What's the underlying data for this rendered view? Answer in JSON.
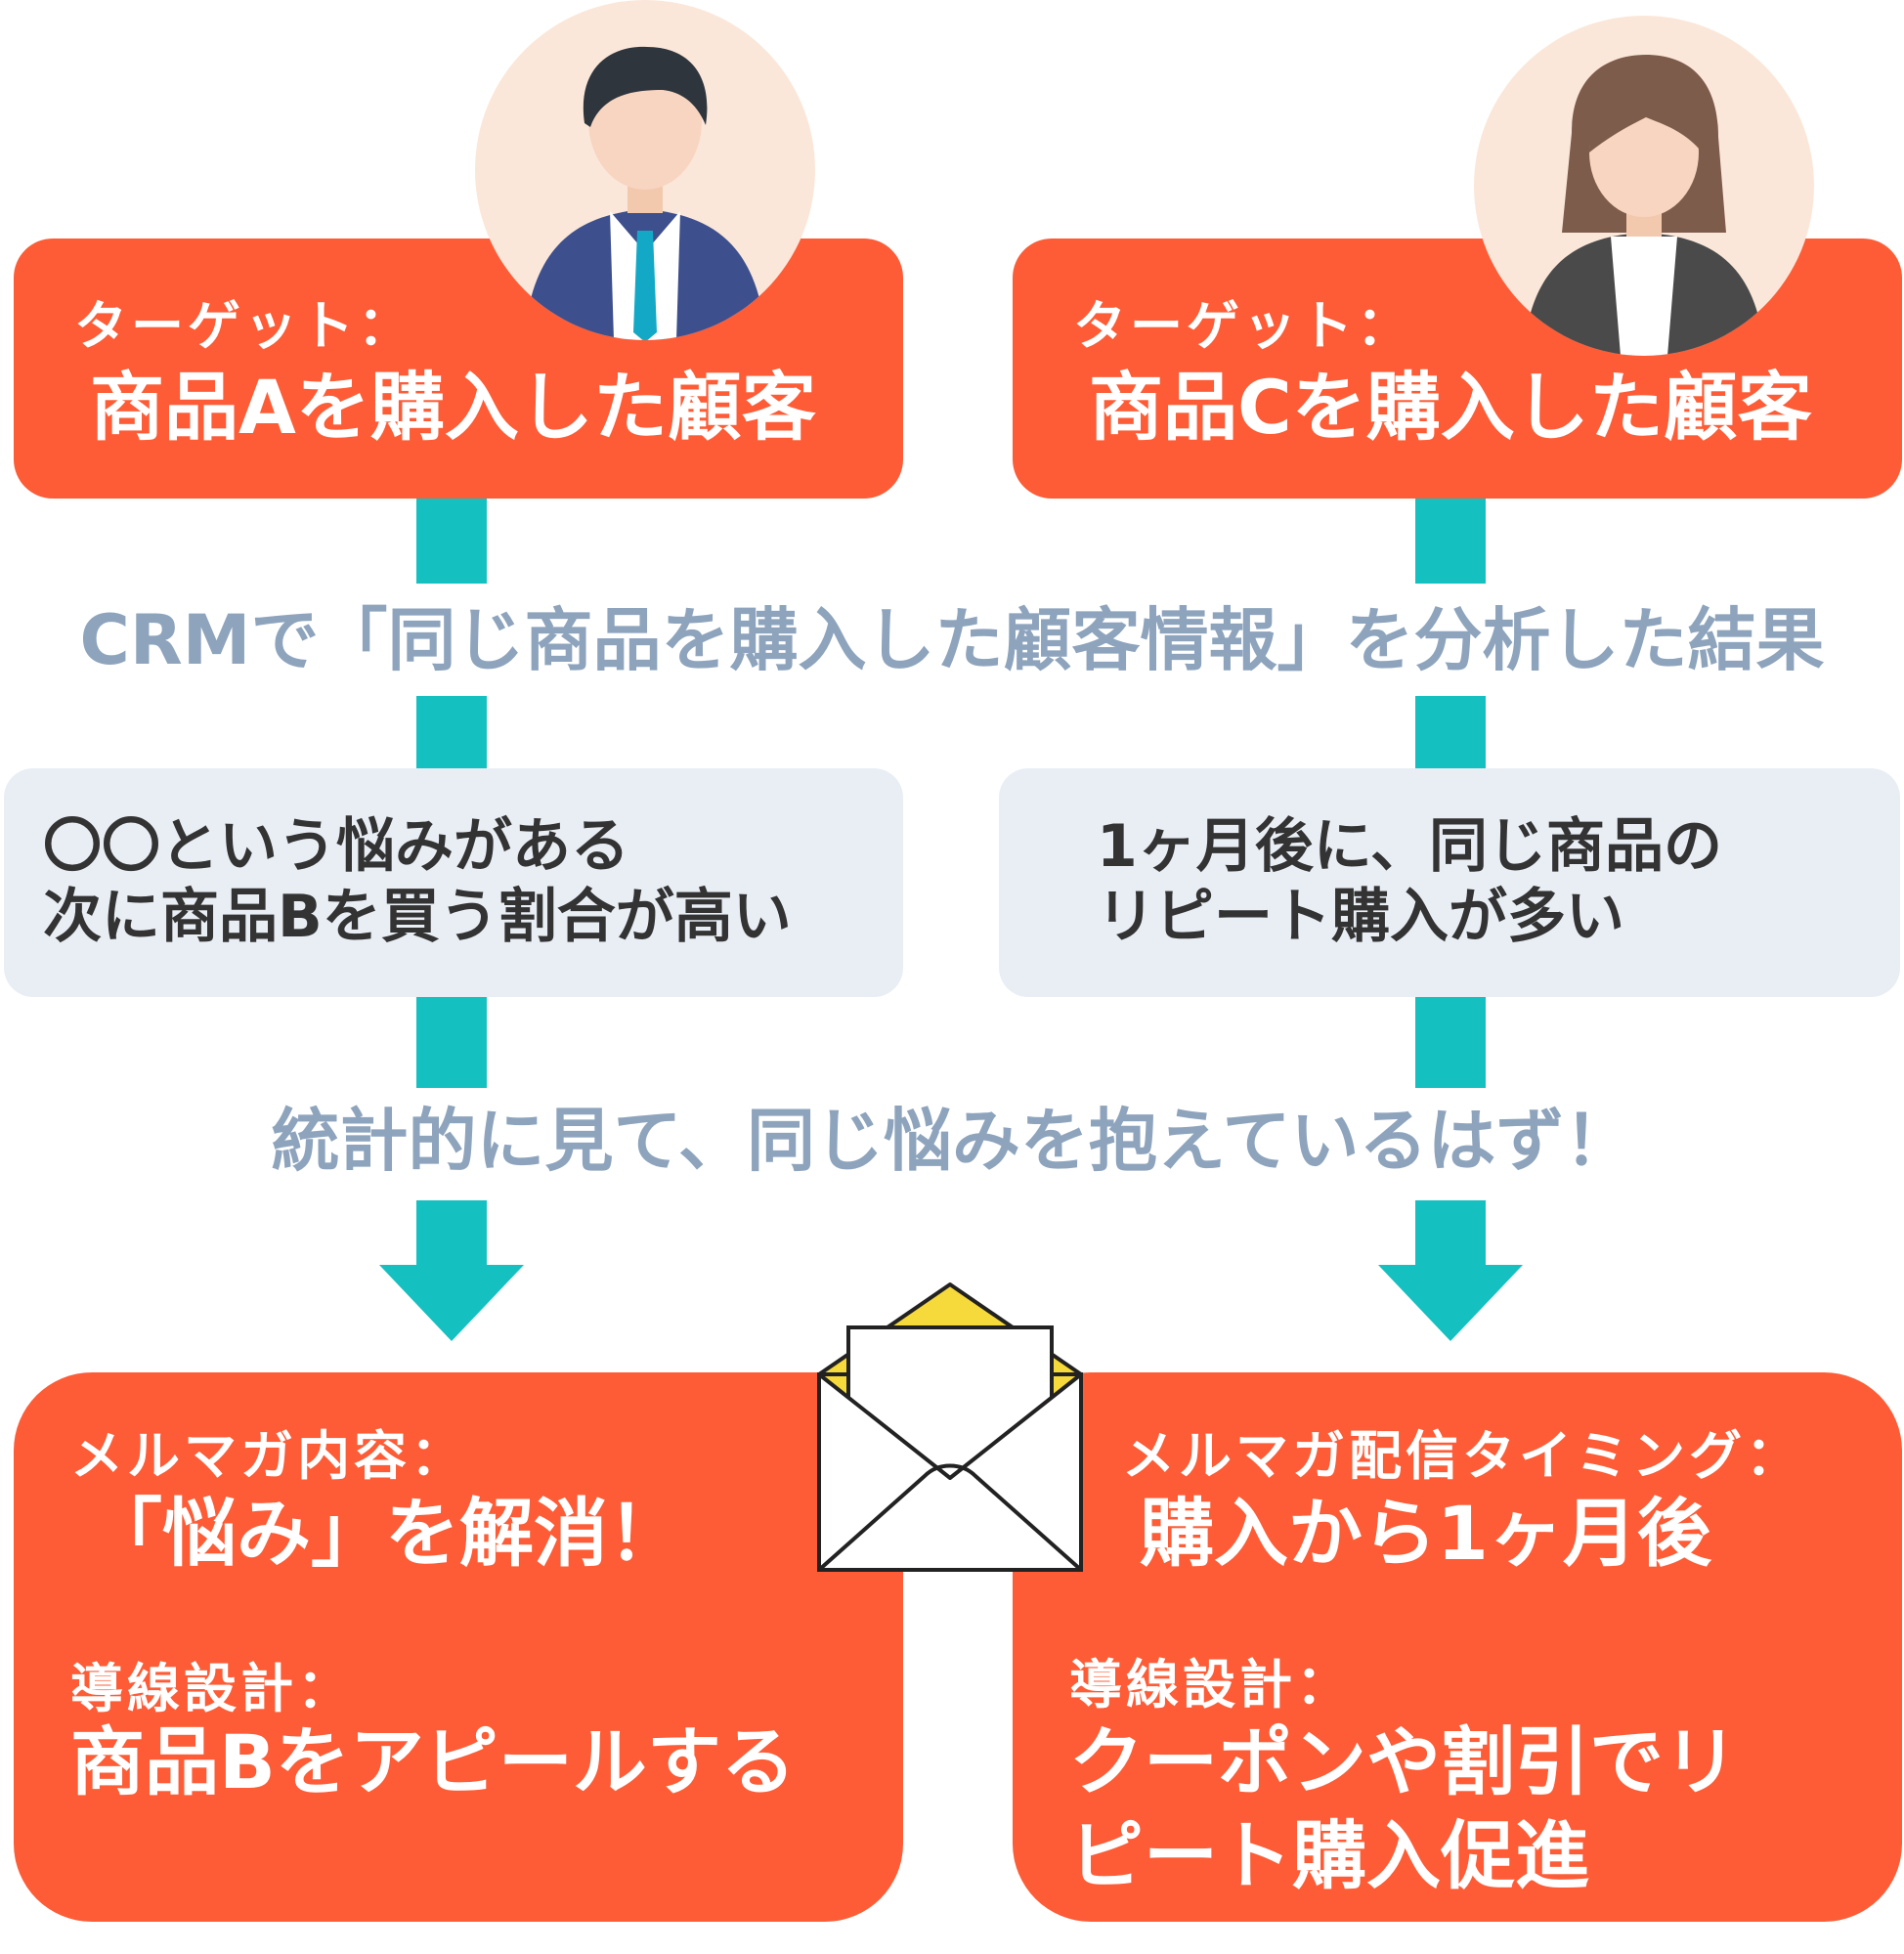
{
  "colors": {
    "accent_orange": "#fd5c36",
    "connector_teal": "#15c0c0",
    "caption_gray": "#8ea4bd",
    "note_box_bg": "#e9eef5",
    "envelope_flap": "#f6d93a"
  },
  "icons": {
    "left_avatar": "businessman-avatar-icon",
    "right_avatar": "businesswoman-avatar-icon",
    "mail": "open-envelope-icon"
  },
  "left_target": {
    "label": "ターゲット：",
    "value": "商品Aを購入した顧客"
  },
  "right_target": {
    "label": "ターゲット：",
    "value": "商品Cを購入した顧客"
  },
  "analysis_caption": "CRMで「同じ商品を購入した顧客情報」を分析した結果",
  "left_finding": {
    "line1": "〇〇という悩みがある",
    "line2": "次に商品Bを買う割合が高い"
  },
  "right_finding": {
    "line1": "1ヶ月後に、同じ商品の",
    "line2": "リピート購入が多い"
  },
  "statistical_caption": "統計的に見て、同じ悩みを抱えているはず！",
  "left_result": {
    "content_label": "メルマガ内容：",
    "content_value": "「悩み」を解消！",
    "flow_label": "導線設計：",
    "flow_value": "商品Bをアピールする"
  },
  "right_result": {
    "timing_label": "メルマガ配信タイミング：",
    "timing_value": "購入から1ヶ月後",
    "flow_label": "導線設計：",
    "flow_value_line1": "クーポンや割引でリ",
    "flow_value_line2": "ピート購入促進"
  }
}
